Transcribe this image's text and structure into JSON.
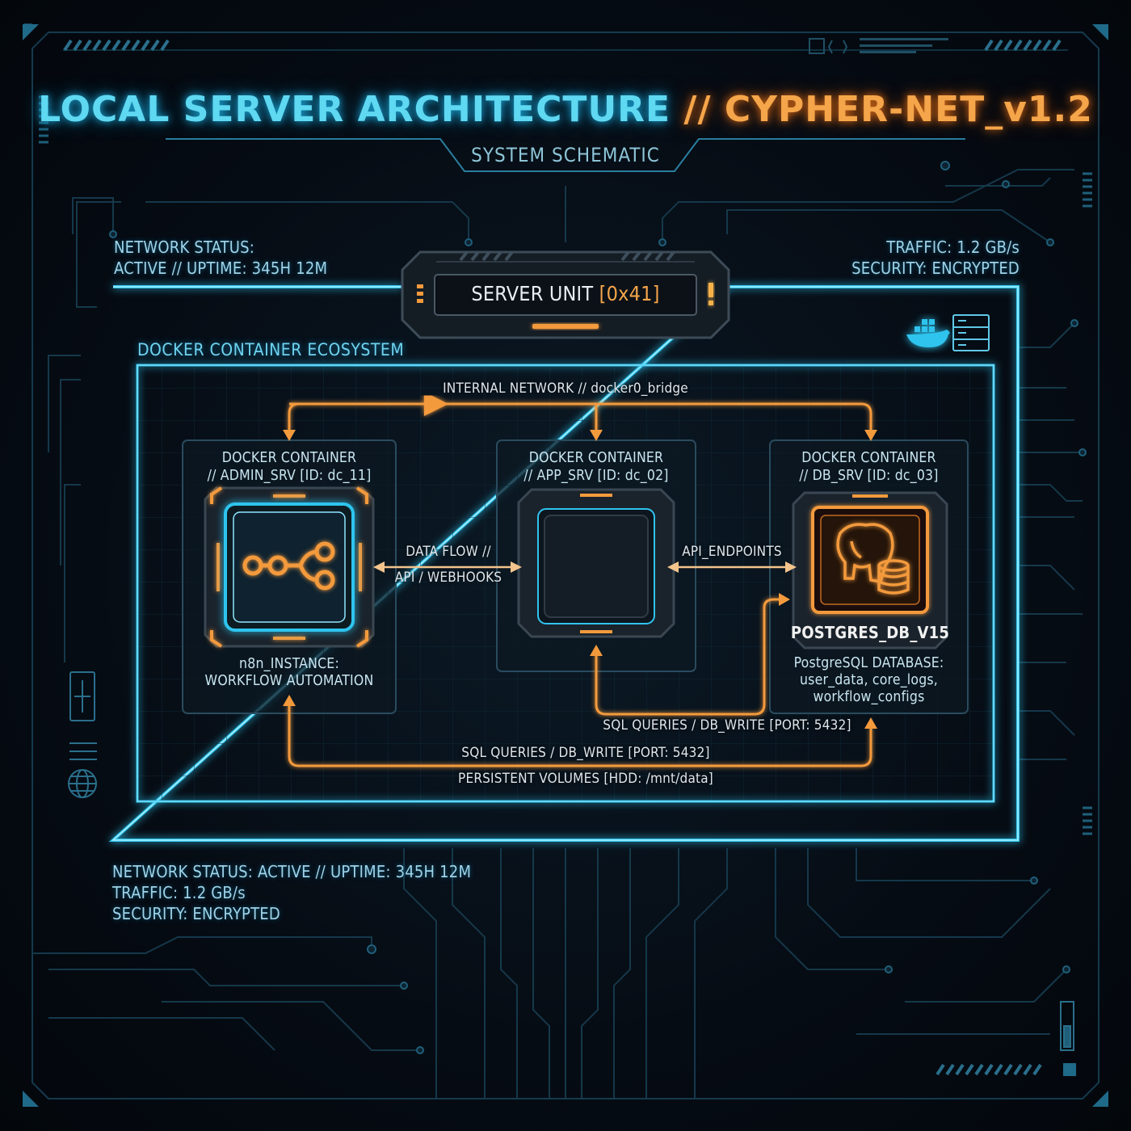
{
  "header": {
    "title_main": "LOCAL SERVER ARCHITECTURE",
    "title_sep": " // ",
    "title_version": "CYPHER-NET_v1.2",
    "subtitle": "SYSTEM SCHEMATIC"
  },
  "status_top_left": {
    "line1": "NETWORK STATUS:",
    "line2": "ACTIVE // UPTIME: 345H 12M"
  },
  "status_top_right": {
    "line1": "TRAFFIC: 1.2 GB/s",
    "line2": "SECURITY: ENCRYPTED"
  },
  "server": {
    "label": "SERVER UNIT ",
    "hex": "[0x41]"
  },
  "ecosystem": {
    "label": "DOCKER CONTAINER ECOSYSTEM",
    "network_label": "INTERNAL NETWORK // docker0_bridge"
  },
  "containers": [
    {
      "title": "DOCKER CONTAINER",
      "subtitle": "// ADMIN_SRV [ID: dc_11]",
      "footer1": "n8n_INSTANCE:",
      "footer2": "WORKFLOW AUTOMATION"
    },
    {
      "title": "DOCKER CONTAINER",
      "subtitle": "// APP_SRV [ID: dc_02]"
    },
    {
      "title": "DOCKER CONTAINER",
      "subtitle": "// DB_SRV [ID: dc_03]",
      "db_name": "POSTGRES_DB_V15",
      "footer1": "PostgreSQL DATABASE:",
      "footer2": "user_data, core_logs,",
      "footer3": "workflow_configs"
    }
  ],
  "flows": {
    "data_flow_1": "DATA FLOW //",
    "data_flow_2": "API / WEBHOOKS",
    "api_endpoints": "API_ENDPOINTS",
    "sql_app": "SQL QUERIES / DB_WRITE [PORT: 5432]",
    "sql_admin": "SQL QUERIES / DB_WRITE [PORT: 5432]",
    "volumes": "PERSISTENT VOLUMES [HDD: /mnt/data]"
  },
  "status_bottom": {
    "line1": "NETWORK STATUS: ACTIVE // UPTIME: 345H 12M",
    "line2": "TRAFFIC: 1.2 GB/s",
    "line3": "SECURITY: ENCRYPTED"
  },
  "icons": [
    "n8n-workflow-icon",
    "postgres-elephant-icon",
    "docker-whale-icon",
    "server-rack-icon",
    "globe-icon",
    "alert-icon"
  ],
  "colors": {
    "cyan": "#2fc4ee",
    "orange": "#f39a3c",
    "background": "#060c14"
  }
}
